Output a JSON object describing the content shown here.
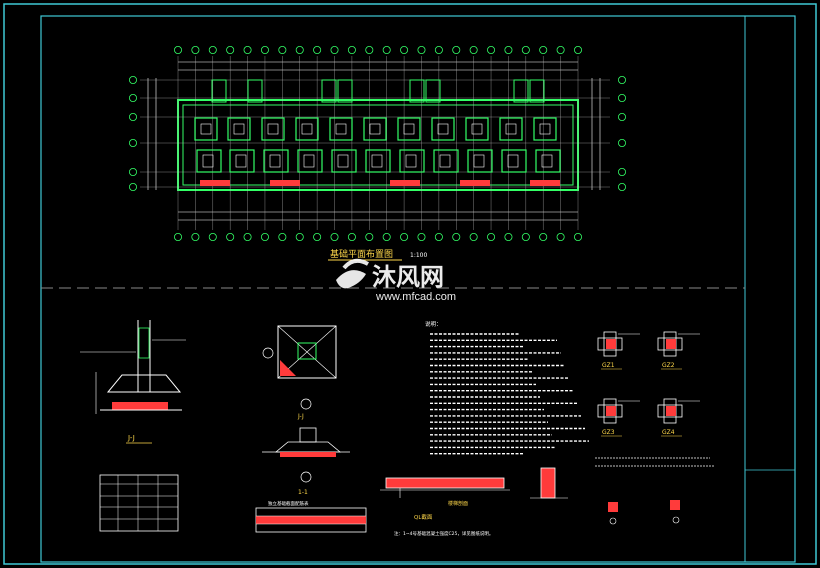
{
  "plan": {
    "title": "基础平面布置图",
    "scale": "1:100"
  },
  "details": {
    "section_jj": "J-J",
    "section_11": "1-1",
    "plan_jj": "J-J",
    "table_caption": "独立基础截面配筋表",
    "beam_caption": "QL截面",
    "stair_caption": "楼梯剖面",
    "notes_heading": "说明："
  },
  "columns": [
    "GZ1",
    "GZ2",
    "GZ3",
    "GZ4"
  ],
  "footnote": "注：1~4号基础混凝土强度C25，详见图纸说明。",
  "watermark": {
    "cn": "沐风网",
    "url": "www.mfcad.com"
  },
  "colors": {
    "border": "#3fc9d6",
    "lines": "#ffffff",
    "walls": "#33ff66",
    "accent": "#ff3b3b",
    "labels": "#ffd84a",
    "background": "#000000"
  }
}
